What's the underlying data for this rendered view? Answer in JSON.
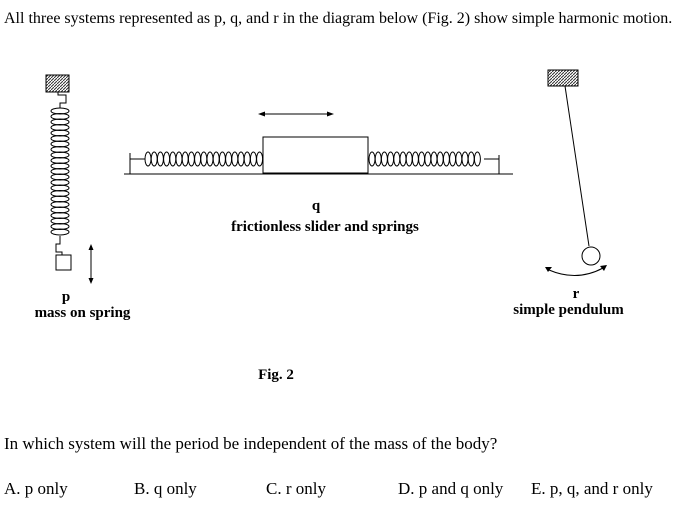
{
  "intro": "All three systems represented as p, q, and r in the diagram below (Fig. 2) show simple harmonic motion.",
  "diagram": {
    "p": {
      "letter": "p",
      "caption": "mass on spring"
    },
    "q": {
      "letter": "q",
      "caption": "frictionless slider and springs"
    },
    "r": {
      "letter": "r",
      "caption": "simple pendulum"
    },
    "figure_label": "Fig. 2"
  },
  "question": "In which system will the period be independent of the mass of the body?",
  "choices": [
    {
      "text": "A. p only"
    },
    {
      "text": "B. q only"
    },
    {
      "text": "C. r only"
    },
    {
      "text": "D. p and q only"
    },
    {
      "text": "E. p, q, and r only"
    }
  ]
}
